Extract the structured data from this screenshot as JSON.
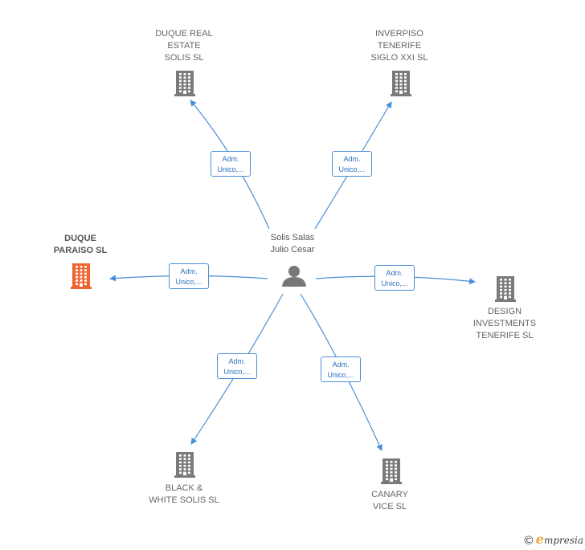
{
  "center": {
    "name": "Solis Salas\nJulio Cesar",
    "icon": "person-icon"
  },
  "companies": [
    {
      "id": "duque-real-estate",
      "label": "DUQUE REAL\nESTATE\nSOLIS  SL",
      "highlight": false,
      "icon": "building-icon",
      "relation": "Adm.\nUnico,..."
    },
    {
      "id": "inverpiso",
      "label": "INVERPISO\nTENERIFE\nSIGLO XXI  SL",
      "highlight": false,
      "icon": "building-icon",
      "relation": "Adm.\nUnico,..."
    },
    {
      "id": "duque-paraiso",
      "label": "DUQUE\nPARAISO  SL",
      "highlight": true,
      "icon": "building-icon",
      "relation": "Adm.\nUnico,..."
    },
    {
      "id": "design-investments",
      "label": "DESIGN\nINVESTMENTS\nTENERIFE  SL",
      "highlight": false,
      "icon": "building-icon",
      "relation": "Adm.\nUnico,..."
    },
    {
      "id": "black-white",
      "label": "BLACK &\nWHITE SOLIS SL",
      "highlight": false,
      "icon": "building-icon",
      "relation": "Adm.\nUnico,..."
    },
    {
      "id": "canary-vice",
      "label": "CANARY\nVICE  SL",
      "highlight": false,
      "icon": "building-icon",
      "relation": "Adm.\nUnico,..."
    }
  ],
  "colors": {
    "edge": "#4a8fd6",
    "building": "#7a7a7a",
    "building_highlight": "#f0652f",
    "person": "#777777"
  },
  "footer": {
    "copyright_symbol": "©",
    "brand_initial": "e",
    "brand_rest": "mpresia"
  }
}
